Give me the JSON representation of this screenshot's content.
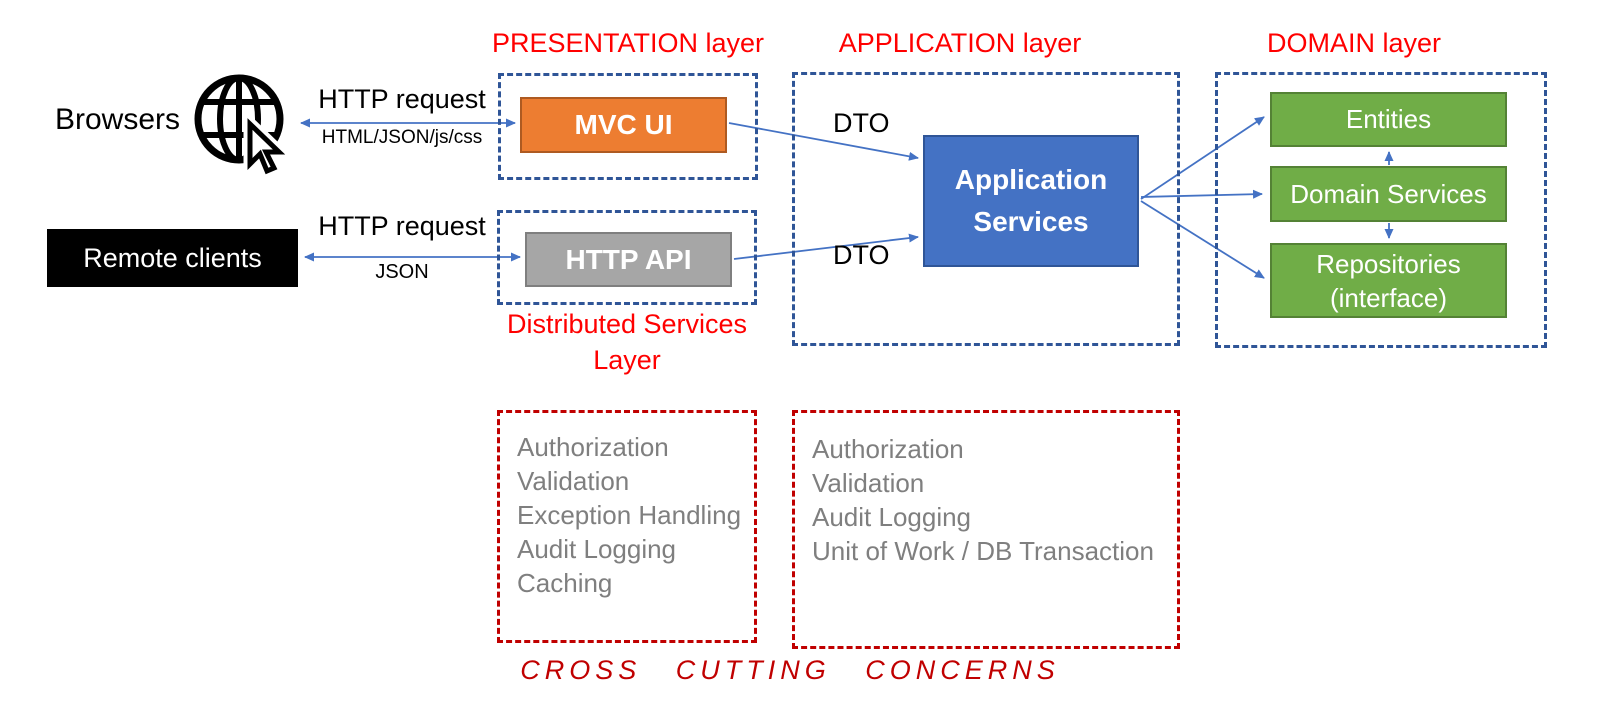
{
  "diagram": {
    "clients": {
      "browsers_label": "Browsers",
      "browser_channel": {
        "label": "HTTP request",
        "sublabel": "HTML/JSON/js/css"
      },
      "remote_clients_label": "Remote clients",
      "remote_channel": {
        "label": "HTTP request",
        "sublabel": "JSON"
      }
    },
    "presentation": {
      "title": "PRESENTATION layer",
      "mvc_ui": "MVC UI"
    },
    "distributed": {
      "title_line1": "Distributed Services",
      "title_line2": "Layer",
      "http_api": "HTTP API"
    },
    "application": {
      "title": "APPLICATION layer",
      "service_line1": "Application",
      "service_line2": "Services",
      "dto_upper": "DTO",
      "dto_lower": "DTO"
    },
    "domain": {
      "title": "DOMAIN layer",
      "entities": "Entities",
      "domain_services": "Domain Services",
      "repositories": "Repositories (interface)"
    },
    "cross_cutting": {
      "distributed_concerns": [
        "Authorization",
        "Validation",
        "Exception Handling",
        "Audit Logging",
        "Caching"
      ],
      "application_concerns": [
        "Authorization",
        "Validation",
        "Audit Logging",
        "Unit of Work / DB Transaction"
      ],
      "footer": "CROSS CUTTING CONCERNS"
    },
    "colors": {
      "accent_orange": "#ED7D31",
      "accent_gray": "#A6A6A6",
      "accent_blue": "#4472C4",
      "accent_green": "#70AD47",
      "layer_border_blue": "#2F5597",
      "concern_border_red": "#C00000",
      "title_red": "#FF0000",
      "arrow_blue": "#4472C4",
      "muted_text": "#7F7F7F"
    }
  }
}
